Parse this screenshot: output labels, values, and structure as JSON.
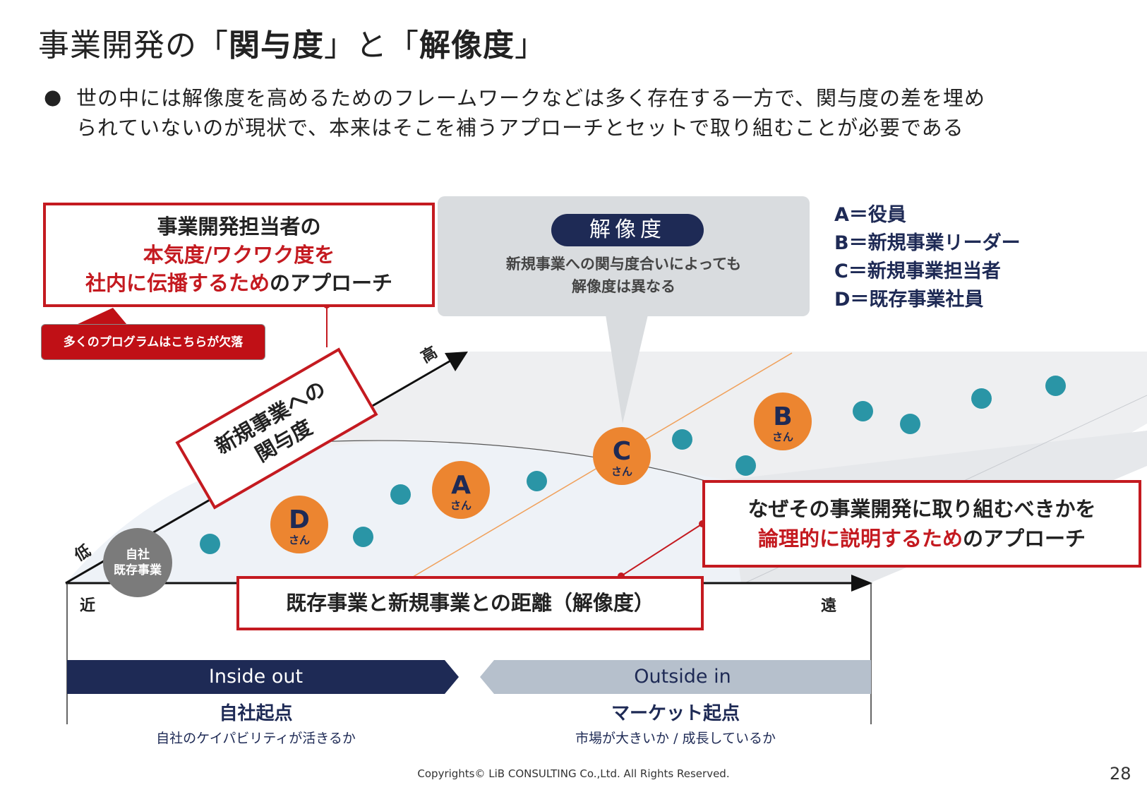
{
  "title": {
    "prefix": "事業開発の「",
    "kw1": "関与度",
    "mid": "」と「",
    "kw2": "解像度",
    "suffix": "」"
  },
  "bullet": {
    "mark": "●",
    "text_line1": "世の中には解像度を高めるためのフレームワークなどは多く存在する一方で、関与度の差を埋め",
    "text_line2": "られていないのが現状で、本来はそこを補うアプローチとセットで取り組むことが必要である"
  },
  "top_left_box": {
    "line1": "事業開発担当者の",
    "line2": "本気度/ワクワク度を",
    "line3_red": "社内に伝播するため",
    "line3_black": "のアプローチ"
  },
  "small_callout": "多くのプログラムはこちらが欠落",
  "resolution_bubble": {
    "pill": "解像度",
    "line1": "新規事業への関与度合いによっても",
    "line2": "解像度は異なる"
  },
  "legend": [
    "A＝役員",
    "B＝新規事業リーダー",
    "C＝新規事業担当者",
    "D＝既存事業社員"
  ],
  "y_axis": {
    "label_line1": "新規事業への",
    "label_line2": "関与度",
    "high": "高",
    "low": "低"
  },
  "origin_circle": {
    "line1": "自社",
    "line2": "既存事業"
  },
  "persons": [
    {
      "letter": "D",
      "suffix": "さん"
    },
    {
      "letter": "A",
      "suffix": "さん"
    },
    {
      "letter": "C",
      "suffix": "さん"
    },
    {
      "letter": "B",
      "suffix": "さん"
    }
  ],
  "right_box": {
    "line1": "なぜその事業開発に取り組むべきかを",
    "line2_red": "論理的に説明するため",
    "line2_black": "のアプローチ"
  },
  "x_axis": {
    "label": "既存事業と新規事業との距離（解像度）",
    "near": "近",
    "far": "遠"
  },
  "bottom": {
    "left_banner": "Inside out",
    "left_title": "自社起点",
    "left_sub": "自社のケイパビリティが活きるか",
    "right_banner": "Outside in",
    "right_title": "マーケット起点",
    "right_sub": "市場が大きいか / 成長しているか"
  },
  "copyright": "Copyrights© LiB CONSULTING Co.,Ltd.  All Rights Reserved.",
  "page_number": "28",
  "colors": {
    "accent_red": "#c41a20",
    "navy": "#1e2a55",
    "orange": "#ec8530",
    "teal": "#2a95a6",
    "outside_gray": "#b6c0cc"
  }
}
